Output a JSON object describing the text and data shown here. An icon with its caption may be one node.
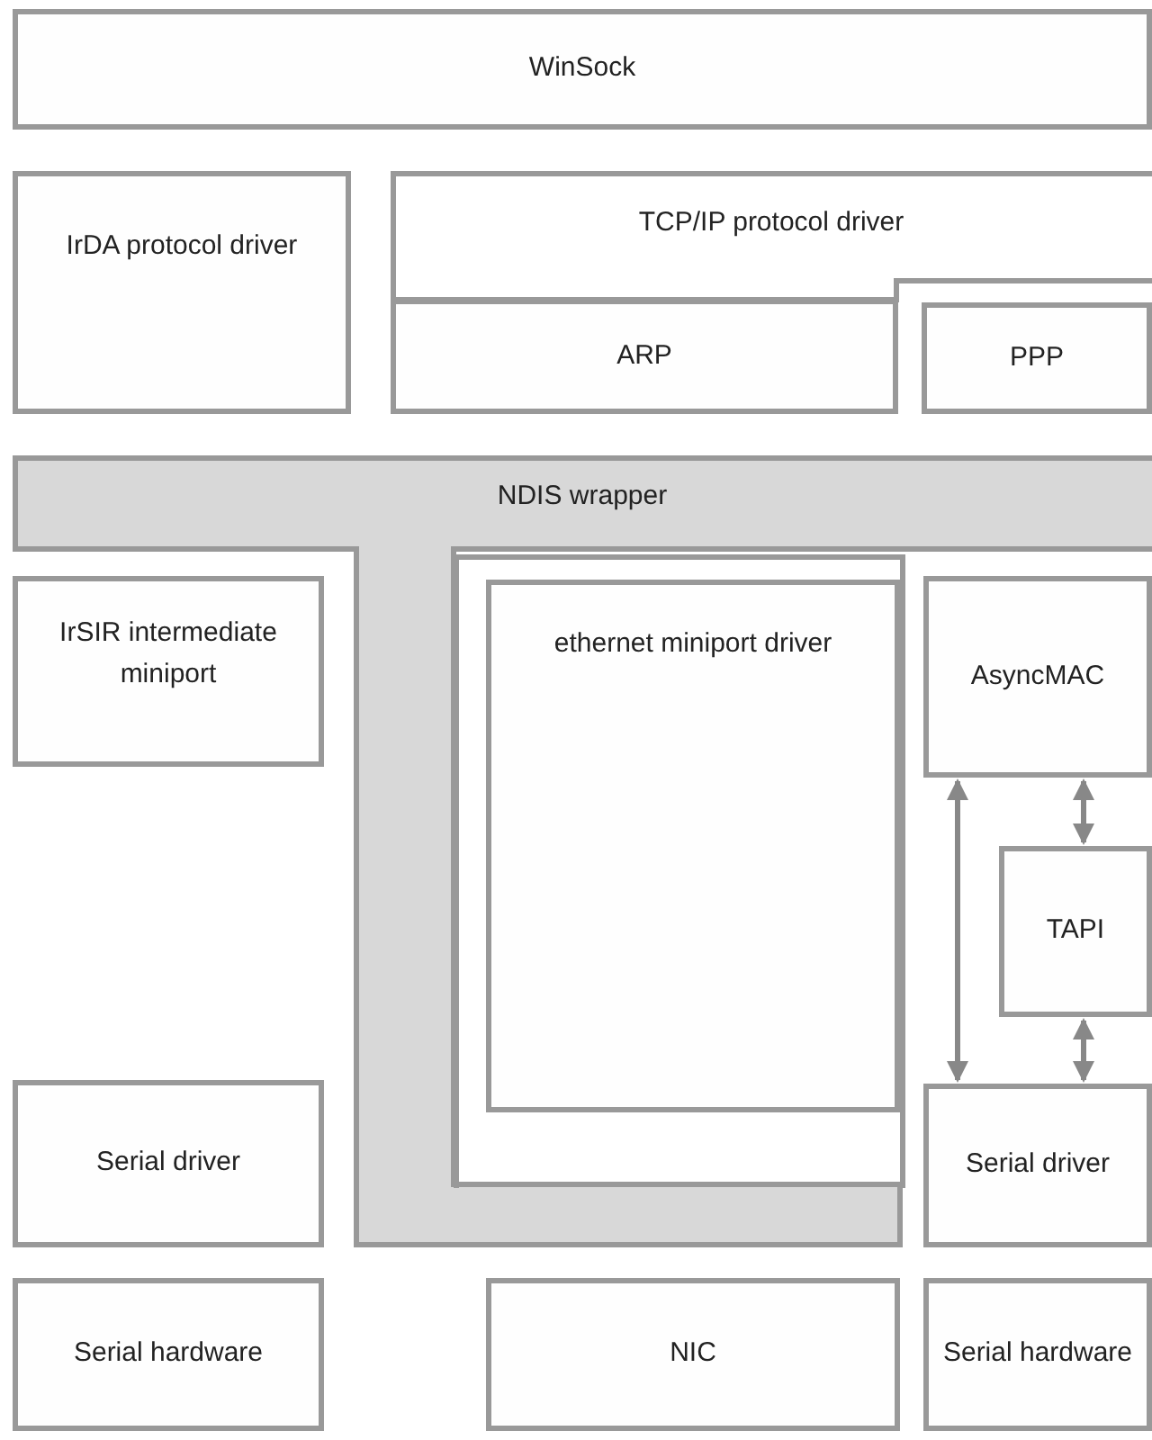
{
  "diagram": {
    "nodes": [
      {
        "text": [
          "WinSock"
        ]
      },
      {
        "text": [
          "IrDA protocol driver"
        ]
      },
      {
        "text": [
          "TCP/IP protocol driver"
        ]
      },
      {
        "text": [
          "ARP"
        ]
      },
      {
        "text": [
          "PPP"
        ]
      },
      {
        "text": [
          "NDIS wrapper"
        ]
      },
      {
        "text": [
          "IrSIR intermediate miniport"
        ]
      },
      {
        "text": [
          "ethernet miniport driver"
        ]
      },
      {
        "text": [
          "AsyncMAC"
        ]
      },
      {
        "text": [
          "TAPI"
        ]
      },
      {
        "text": [
          "Serial driver"
        ]
      },
      {
        "text": [
          "Serial driver"
        ]
      },
      {
        "text": [
          "Serial hardware"
        ]
      },
      {
        "text": [
          "NIC"
        ]
      },
      {
        "text": [
          "Serial hardware"
        ]
      }
    ],
    "edges": [
      {
        "from": 8,
        "to": 11,
        "arrow": "both"
      },
      {
        "from": 8,
        "to": 9,
        "arrow": "both"
      },
      {
        "from": 9,
        "to": 11,
        "arrow": "both"
      }
    ]
  }
}
